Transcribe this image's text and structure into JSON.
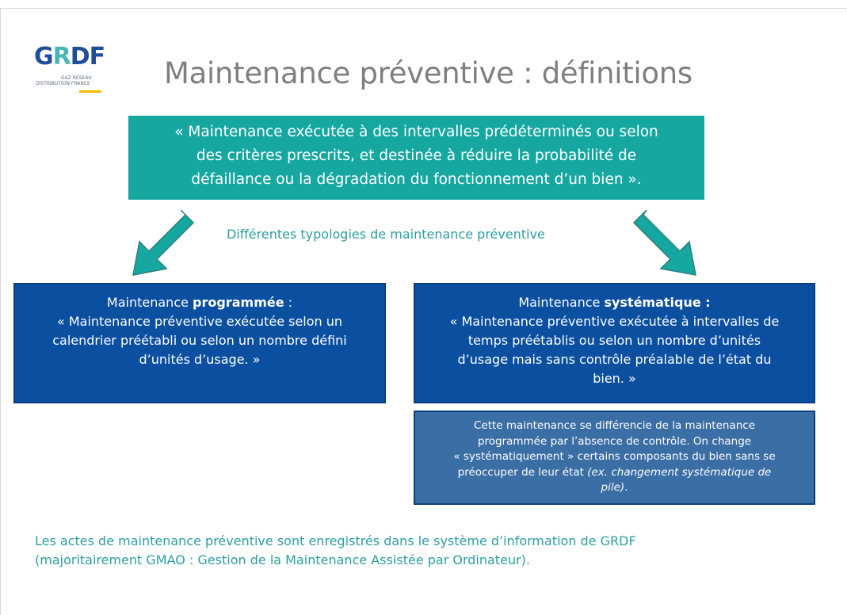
{
  "logo": {
    "word_part1": "G",
    "word_part2": "R",
    "word_part3": "DF",
    "line1": "GAZ RÉSEAU",
    "line2": "DISTRIBUTION FRANCE"
  },
  "title": "Maintenance préventive : définitions",
  "definition": {
    "line1": "« Maintenance exécutée à des intervalles prédéterminés ou selon",
    "line2": "des critères prescrits, et destinée à réduire la probabilité de",
    "line3": "défaillance ou la dégradation du fonctionnement d’un bien »."
  },
  "subtitle": "Différentes typologies de maintenance préventive",
  "programmee": {
    "prefix": "Maintenance ",
    "keyword": "programmée",
    "suffix": " :",
    "line1": "« Maintenance préventive exécutée selon un",
    "line2": "calendrier préétabli ou selon un nombre défini",
    "line3": "d’unités d’usage. »"
  },
  "systematique": {
    "prefix": "Maintenance ",
    "keyword": "systématique :",
    "line1": "« Maintenance préventive exécutée à intervalles de",
    "line2": "temps préétablis ou selon un nombre d’unités",
    "line3": "d’usage mais sans contrôle préalable de l’état du",
    "line4": "bien. »"
  },
  "note": {
    "line1": "Cette maintenance se différencie de la maintenance",
    "line2": "programmée par l’absence de contrôle. On change",
    "line3": "« systématiquement » certains composants du bien sans se",
    "line4a": "préoccuper de leur état ",
    "line4b": "(ex. changement systématique de",
    "line5": "pile)",
    "line5_end": "."
  },
  "footer": {
    "line1": "Les actes de maintenance préventive sont enregistrés dans le système d’information de GRDF",
    "line2": "(majoritairement GMAO : Gestion de la Maintenance Assistée par Ordinateur)."
  },
  "colors": {
    "teal": "#16a7a1",
    "blue": "#0a4fa0",
    "note_blue": "#3a6ea5",
    "title_grey": "#7f7f7f",
    "text_teal": "#2b9ea0"
  }
}
